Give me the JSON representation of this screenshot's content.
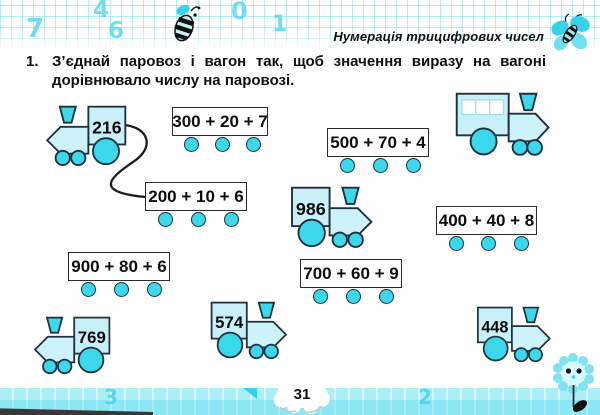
{
  "page": {
    "header_title": "Нумерація трицифрових чисел",
    "page_number": "31",
    "background_digits_top": [
      "7",
      "4",
      "6",
      "0",
      "1"
    ],
    "background_digits_bottom": [
      "3",
      "2"
    ]
  },
  "task": {
    "number": "1.",
    "text_line1": "З’єднай паровоз і вагон так, щоб значення виразу на вагоні",
    "text_line2": "дорівнювало числу на паровозі."
  },
  "locomotives": [
    {
      "number": "216",
      "facing": "left"
    },
    {
      "number": "",
      "facing": "right",
      "variant": "windows"
    },
    {
      "number": "986",
      "facing": "right"
    },
    {
      "number": "574",
      "facing": "right"
    },
    {
      "number": "769",
      "facing": "left"
    },
    {
      "number": "448",
      "facing": "right"
    }
  ],
  "wagons": [
    {
      "expr": "300 + 20 + 7"
    },
    {
      "expr": "500 + 70 + 4"
    },
    {
      "expr": "200 + 10 + 6"
    },
    {
      "expr": "400 + 40 + 8"
    },
    {
      "expr": "900 + 80 + 6"
    },
    {
      "expr": "700 + 60 + 9"
    }
  ],
  "connection": {
    "from_locomotive": "216",
    "to_wagon": "200 + 10 + 6"
  },
  "colors": {
    "wheel_cyan": "#3bd7ea",
    "body_cyan": "#c9f0f8",
    "outline": "#20303c",
    "grid_cyan": "#78deee"
  }
}
